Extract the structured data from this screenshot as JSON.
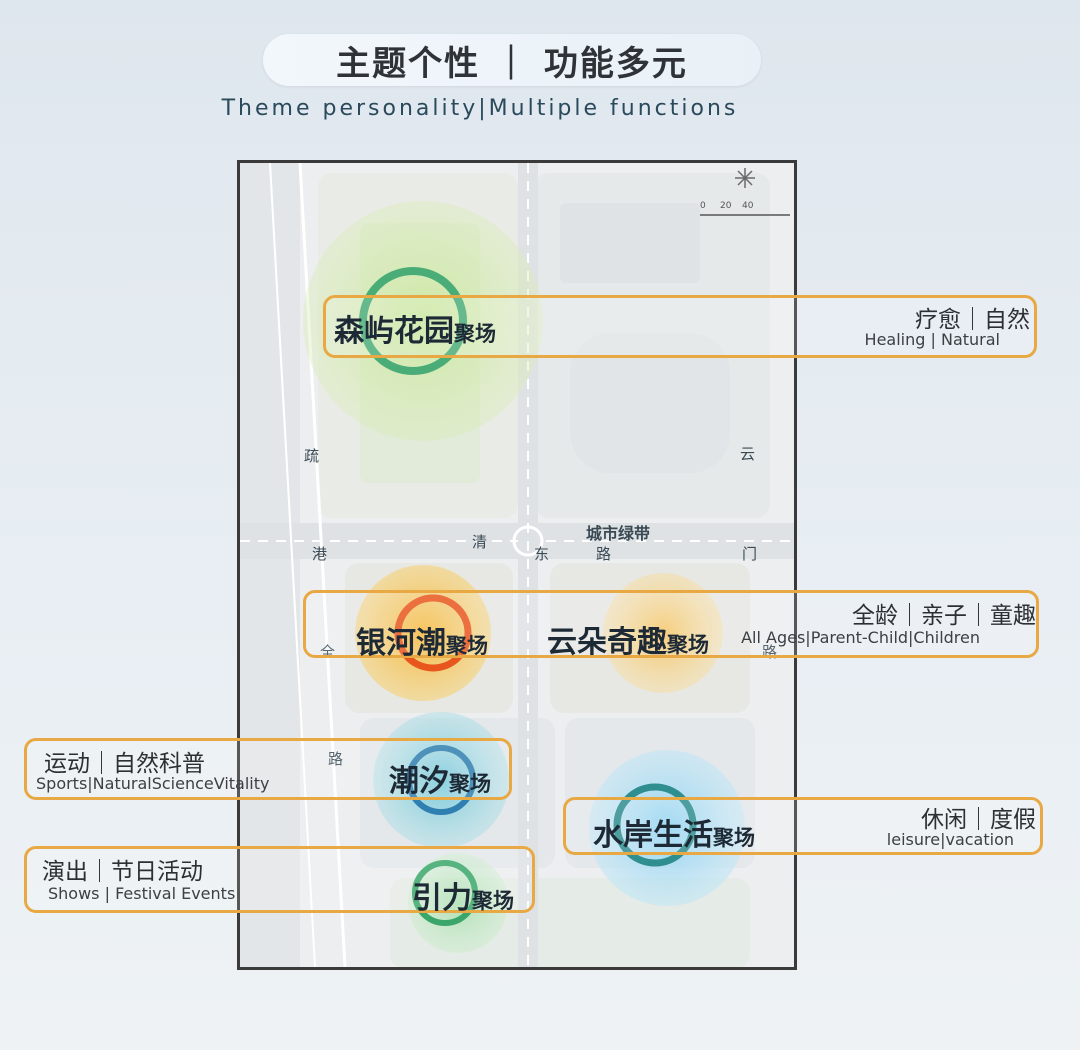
{
  "header": {
    "title": "主题个性 ｜ 功能多元",
    "subtitle": "Theme personality|Multiple functions"
  },
  "map": {
    "greenbelt_label": "城市绿带",
    "scale_labels": [
      "0",
      "20",
      "40"
    ],
    "road_chars": [
      "港",
      "清",
      "东",
      "路",
      "门",
      "云",
      "疏",
      "路",
      "全",
      "路"
    ]
  },
  "zones": [
    {
      "name": "森屿花园",
      "suffix": "聚场",
      "tag_cn": "疗愈｜自然",
      "tag_en": "Healing | Natural",
      "color": "#6dbf5a"
    },
    {
      "name": "银河潮",
      "suffix": "聚场",
      "tag_cn": "全龄｜亲子｜童趣",
      "tag_en": "All Ages|Parent-Child|Children",
      "color": "#f0a21e"
    },
    {
      "name": "云朵奇趣",
      "suffix": "聚场",
      "color": "#f0b03a"
    },
    {
      "name": "潮汐",
      "suffix": "聚场",
      "tag_cn": "运动｜自然科普",
      "tag_en": "Sports|NaturalScienceVitality",
      "color": "#3aa7b8"
    },
    {
      "name": "水岸生活",
      "suffix": "聚场",
      "tag_cn": "休闲｜度假",
      "tag_en": "leisure|vacation",
      "color": "#5ab9e6"
    },
    {
      "name": "引力",
      "suffix": "聚场",
      "tag_cn": "演出｜节日活动",
      "tag_en": "Shows | Festival Events",
      "color": "#5cc07a"
    }
  ],
  "colors": {
    "band_border": "#e8a844",
    "frame": "#3a3a3a"
  }
}
